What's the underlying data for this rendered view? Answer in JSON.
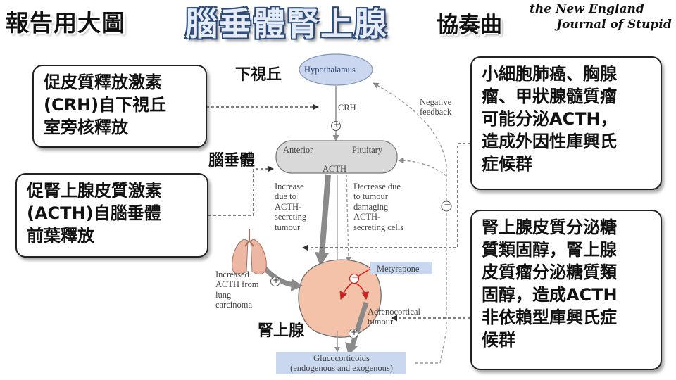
{
  "title": {
    "left": "報告用大圖",
    "main": "腦垂體腎上腺",
    "right": "協奏曲",
    "logo_line1": "the New England",
    "logo_line2": "Journal of Stupid"
  },
  "callouts": {
    "crh": "促皮質釋放激素\n(CRH)自下視丘\n室旁核釋放",
    "acth": "促腎上腺皮質激素\n(ACTH)自腦垂體\n前葉釋放",
    "ectopic": "小細胞肺癌、胸腺\n瘤、甲狀腺髓質瘤\n可能分泌ACTH，\n造成外因性庫興氏\n症候群",
    "adrenal": "腎上腺皮質分泌糖\n質類固醇，腎上腺\n皮質瘤分泌糖質類\n固醇，造成ACTH\n非依賴型庫興氏症\n候群"
  },
  "organs": {
    "hypothalamus": "下視丘",
    "pituitary": "腦垂體",
    "adrenal": "腎上腺"
  },
  "diagram": {
    "hypothalamus": "Hypothalamus",
    "crh": "CRH",
    "negative_feedback": "Negative\nfeedback",
    "anterior": "Anterior",
    "pituitary": "Pituitary",
    "acth": "ACTH",
    "increase": "Increase\ndue to\nACTH-\nsecreting\ntumour",
    "decrease": "Decrease due\nto tumour\ndamaging\nACTH-\nsecreting cells",
    "lung": "Increased\nACTH from\nlung\ncarcinoma",
    "metyrapone": "Metyrapone",
    "adrenocortical": "Adrenocortical\ntumour",
    "glucocorticoids": "Glucocorticoids\n(endogenous and exogenous)",
    "plus": "+",
    "minus": "−"
  },
  "colors": {
    "hypothalamus_fill": "#cad7ef",
    "pituitary_fill": "#d9d9d9",
    "adrenal_fill": "#f4c2a8",
    "lung_fill": "#ecb8a4",
    "box_fill": "#c9d7ef",
    "arrow_gray": "#8a8a8a",
    "inhibit_red": "#d62020"
  }
}
